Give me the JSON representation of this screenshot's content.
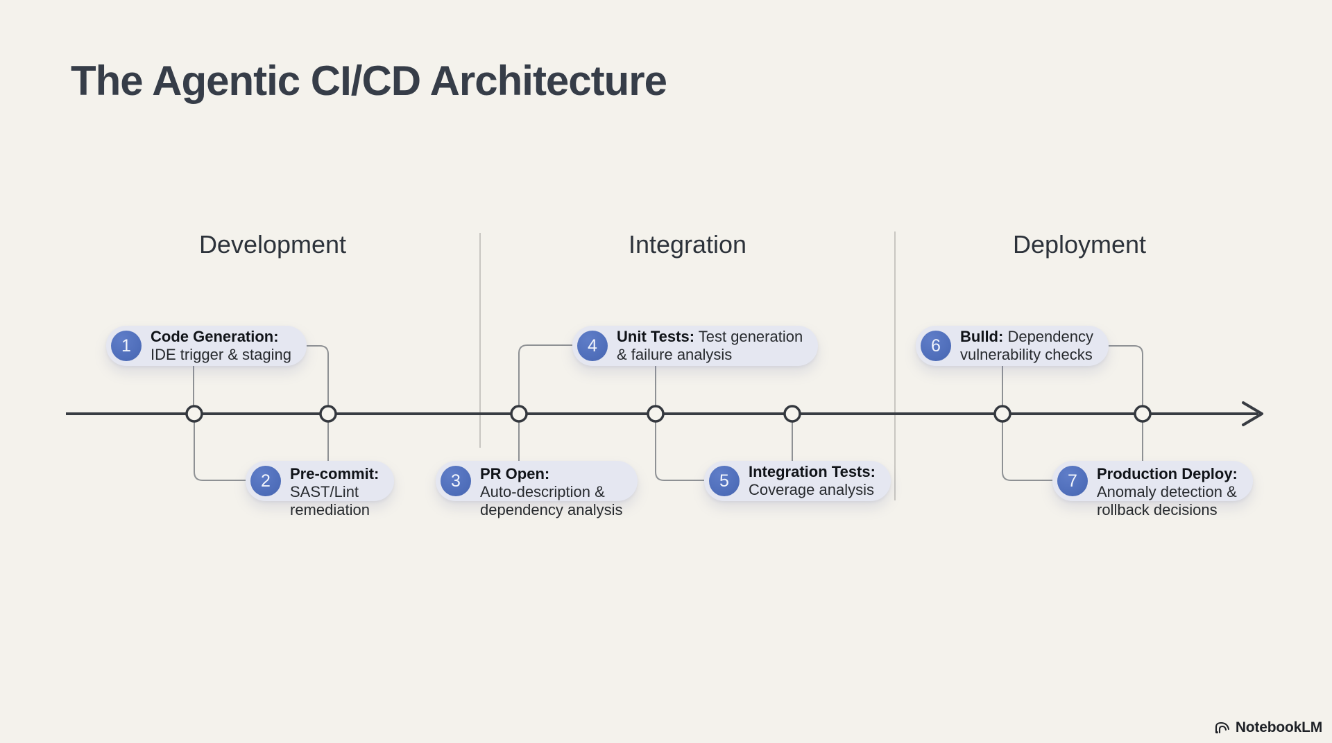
{
  "title": "The Agentic CI/CD Architecture",
  "phases": [
    {
      "label": "Development"
    },
    {
      "label": "Integration"
    },
    {
      "label": "Deployment"
    }
  ],
  "steps": [
    {
      "number": "1",
      "bold": "Code Generation:",
      "rest": "",
      "line2": "IDE trigger & staging",
      "line3": ""
    },
    {
      "number": "2",
      "bold": "Pre-commit:",
      "rest": "",
      "line2": "SAST/Lint",
      "line3": "remediation"
    },
    {
      "number": "3",
      "bold": "PR Open:",
      "rest": "",
      "line2": "Auto-description &",
      "line3": "dependency analysis"
    },
    {
      "number": "4",
      "bold": "Unit Tests:",
      "rest": " Test generation",
      "line2": "& failure analysis",
      "line3": ""
    },
    {
      "number": "5",
      "bold": "Integration Tests:",
      "rest": "",
      "line2": "Coverage analysis",
      "line3": ""
    },
    {
      "number": "6",
      "bold": "Bulld:",
      "rest": " Dependency",
      "line2": "vulnerability checks",
      "line3": ""
    },
    {
      "number": "7",
      "bold": "Production Deploy:",
      "rest": "",
      "line2": "Anomaly detection &",
      "line3": "rollback decisions"
    }
  ],
  "footer": {
    "brand": "NotebookLM"
  },
  "colors": {
    "background": "#f4f2ec",
    "pill_background": "#e5e7f1",
    "badge_blue": "#5270bd",
    "timeline": "#383c42",
    "connector": "#8e9194",
    "divider": "#c8c6c1",
    "title_text": "#363d48"
  }
}
